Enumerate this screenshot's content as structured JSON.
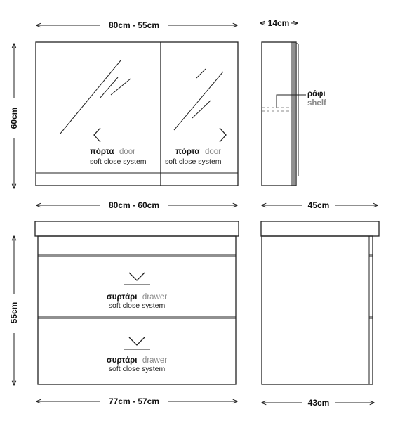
{
  "mirror_cabinet": {
    "width_label": "80cm - 55cm",
    "height_label": "60cm",
    "depth_label": "14cm",
    "door_left": {
      "label_gr": "πόρτα",
      "label_en": "door",
      "sub": "soft close system"
    },
    "door_right": {
      "label_gr": "πόρτα",
      "label_en": "door",
      "sub": "soft close system"
    },
    "shelf": {
      "label_gr": "ράφι",
      "label_en": "shelf"
    }
  },
  "base_cabinet": {
    "top_width_label": "80cm - 60cm",
    "top_depth_label": "45cm",
    "height_label": "55cm",
    "width_label": "77cm - 57cm",
    "depth_label": "43cm",
    "drawer_top": {
      "label_gr": "συρτάρι",
      "label_en": "drawer",
      "sub": "soft close system"
    },
    "drawer_bottom": {
      "label_gr": "συρτάρι",
      "label_en": "drawer",
      "sub": "soft close system"
    }
  }
}
